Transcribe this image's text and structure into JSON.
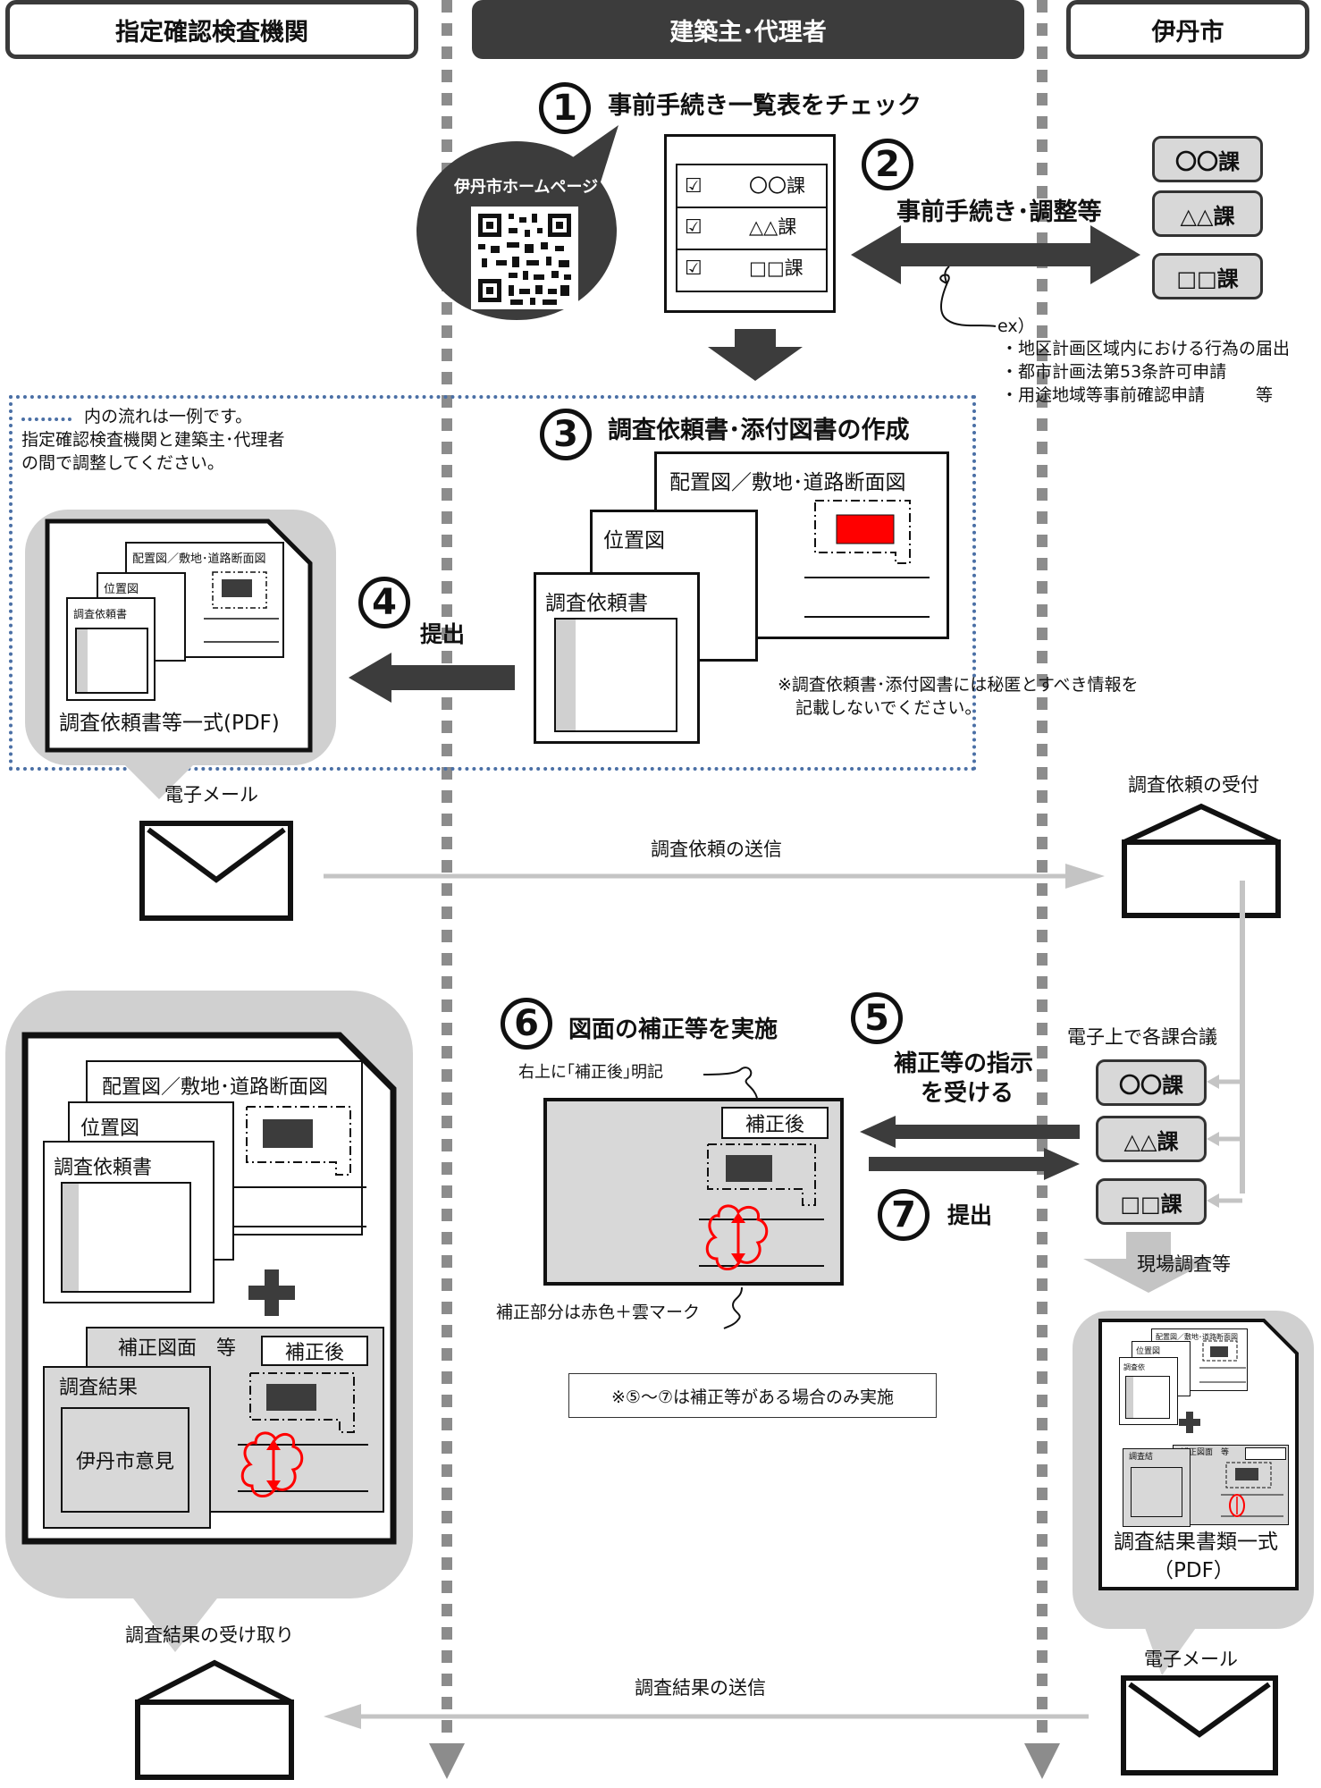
{
  "headers": {
    "left": "指定確認検査機関",
    "center": "建築主･代理者",
    "right": "伊丹市"
  },
  "step1": {
    "num": "1",
    "label": "事前手続き一覧表をチェック",
    "bubble": "伊丹市ホームページ",
    "checklist": [
      "〇〇課",
      "△△課",
      "□□課"
    ]
  },
  "step2": {
    "num": "2",
    "label": "事前手続き･調整等",
    "depts": [
      "〇〇課",
      "△△課",
      "□□課"
    ],
    "ex_label": "ex）",
    "ex_items": [
      "・地区計画区域内における行為の届出",
      "・都市計画法第53条許可申請",
      "・用途地域等事前確認申請　　　等"
    ]
  },
  "note_box": {
    "legend": "内の流れは一例です。",
    "line2": "指定確認検査機関と建築主･代理者",
    "line3": "の間で調整してください。"
  },
  "step3": {
    "num": "3",
    "label": "調査依頼書･添付図書の作成",
    "doc_layout": "配置図／敷地･道路断面図",
    "doc_location": "位置図",
    "doc_request": "調査依頼書",
    "warning1": "※調査依頼書･添付図書には秘匿とすべき情報を",
    "warning2": "記載しないでください。"
  },
  "step4": {
    "num": "4",
    "label": "提出",
    "package_caption": "調査依頼書等一式(PDF)",
    "mini_layout": "配置図／敷地･道路断面図",
    "mini_location": "位置図",
    "mini_request": "調査依頼書"
  },
  "email1": {
    "label": "電子メール",
    "flow": "調査依頼の送信",
    "receive": "調査依頼の受付"
  },
  "step5": {
    "num": "5",
    "label_line1": "補正等の指示",
    "label_line2": "を受ける",
    "consult": "電子上で各課合議",
    "depts": [
      "〇〇課",
      "△△課",
      "□□課"
    ]
  },
  "step6": {
    "num": "6",
    "label": "図面の補正等を実施",
    "callout_top": "右上に｢補正後｣明記",
    "stamp": "補正後",
    "callout_bottom": "補正部分は赤色＋雲マーク"
  },
  "step7": {
    "num": "7",
    "label": "提出"
  },
  "conditional_note": "※⑤～⑦は補正等がある場合のみ実施",
  "site_survey": "現場調査等",
  "result_package": {
    "layout": "配置図／敷地･道路断面図",
    "location": "位置図",
    "request": "調査依頼書",
    "revised_drawings": "補正図面　等",
    "stamp": "補正後",
    "result": "調査結果",
    "opinion": "伊丹市意見"
  },
  "small_result": {
    "caption1": "調査結果書類一式",
    "caption2": "（PDF）",
    "layout": "配置図／敷地･道路断面図",
    "location": "位置図",
    "request": "調査依",
    "result": "調査結",
    "revised": "補正図面　等"
  },
  "email2": {
    "label": "電子メール",
    "flow": "調査結果の送信",
    "receive": "調査結果の受け取り"
  },
  "colors": {
    "dark": "#3c3c3c",
    "gray_arrow": "#c4c4c4",
    "dashed_blue": "#4a6fa5",
    "red": "#ff0000"
  }
}
